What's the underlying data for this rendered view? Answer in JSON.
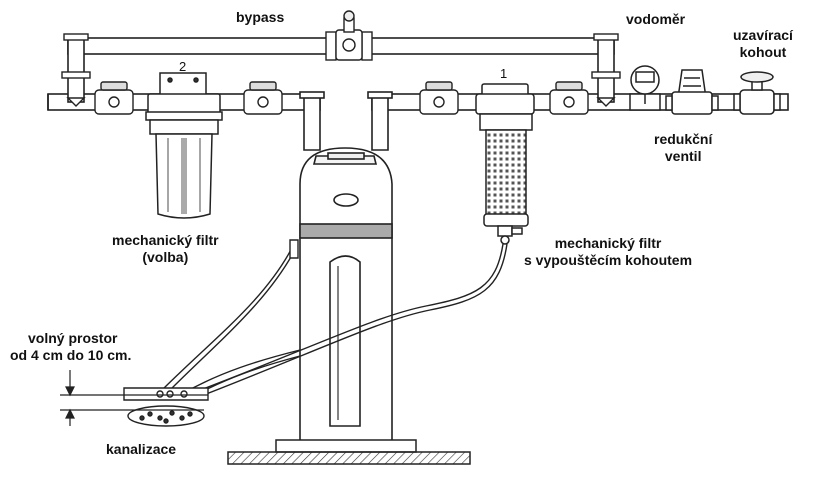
{
  "labels": {
    "bypass": "bypass",
    "water_meter": "vodoměr",
    "shutoff_valve_line1": "uzavírací",
    "shutoff_valve_line2": "kohout",
    "reducing_valve_line1": "redukční",
    "reducing_valve_line2": "ventil",
    "filter_optional_line1": "mechanický filtr",
    "filter_optional_line2": "(volba)",
    "filter_drain_line1": "mechanický filtr",
    "filter_drain_line2": "s vypouštěcím kohoutem",
    "free_space_line1": "volný prostor",
    "free_space_line2": "od 4 cm do 10 cm.",
    "drain": "kanalizace",
    "filter_number_2": "2",
    "filter_number_1": "1"
  }
}
